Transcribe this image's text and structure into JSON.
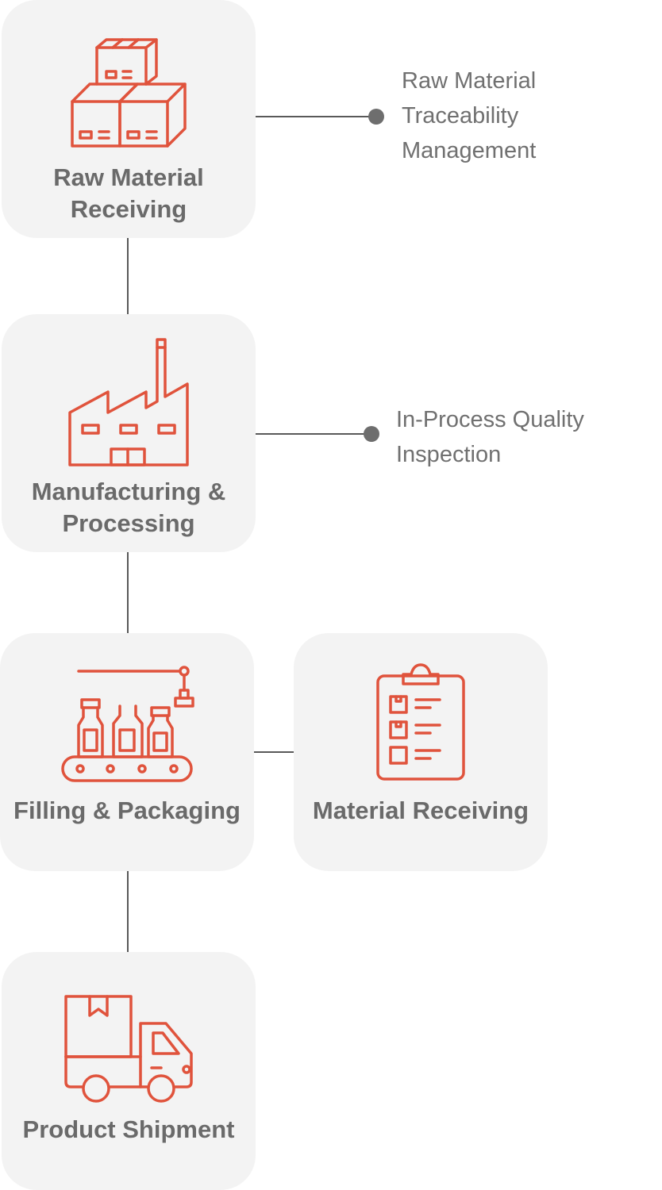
{
  "steps": [
    {
      "label": "Raw Material Receiving",
      "icon": "boxes-icon"
    },
    {
      "label": "Manufacturing & Processing",
      "icon": "factory-icon"
    },
    {
      "label": "Filling & Packaging",
      "icon": "bottling-line-icon"
    },
    {
      "label": "Product Shipment",
      "icon": "truck-icon"
    }
  ],
  "side_card": {
    "label": "Material Receiving",
    "icon": "clipboard-checklist-icon"
  },
  "annotations": [
    {
      "lines": [
        "Raw Material",
        "Traceability",
        "Management"
      ]
    },
    {
      "lines": [
        "In-Process Quality",
        "Inspection"
      ]
    }
  ],
  "colors": {
    "icon": "#e0533c",
    "card": "#f3f3f3",
    "label": "#6a6a6a",
    "connector": "#595959"
  }
}
